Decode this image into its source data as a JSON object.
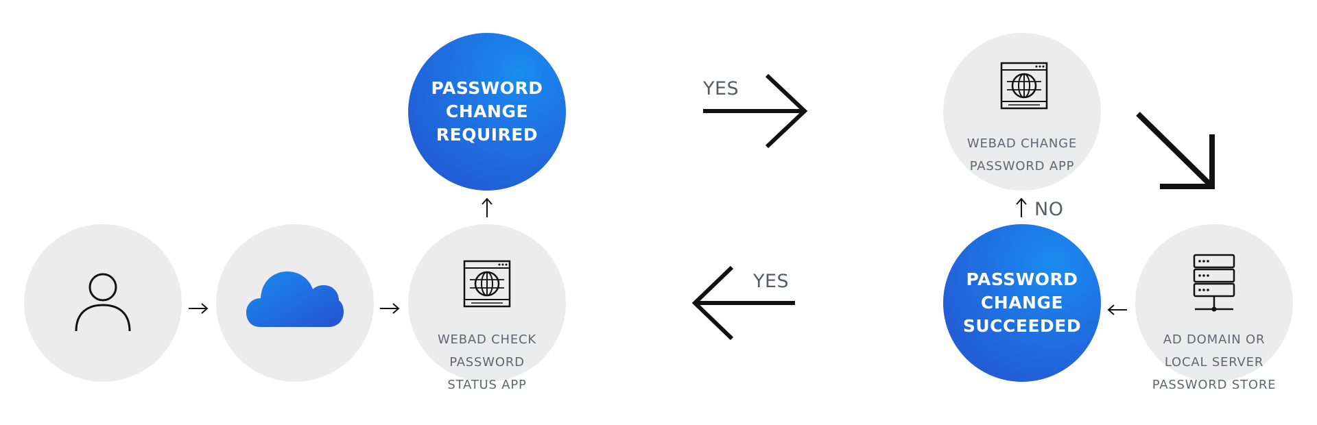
{
  "nodes": {
    "user": {
      "icon": "user-icon"
    },
    "cloud": {
      "icon": "cloud-icon"
    },
    "check_app": {
      "icon": "browser-globe-icon",
      "label": "WEBAD CHECK\nPASSWORD\nSTATUS APP"
    },
    "change_required": {
      "label": "PASSWORD\nCHANGE\nREQUIRED"
    },
    "change_app": {
      "icon": "browser-globe-icon",
      "label": "WEBAD CHANGE\nPASSWORD APP"
    },
    "password_store": {
      "icon": "server-icon",
      "label": "AD DOMAIN OR\nLOCAL SERVER\nPASSWORD STORE"
    },
    "change_succeeded": {
      "label": "PASSWORD\nCHANGE\nSUCCEEDED"
    }
  },
  "edges": {
    "yes_top": "YES",
    "yes_bottom": "YES",
    "no": "NO"
  },
  "colors": {
    "node_gray": "#ececec",
    "node_blue": "#1f6fe0",
    "arrow": "#111111",
    "label_gray": "#5e6670"
  }
}
